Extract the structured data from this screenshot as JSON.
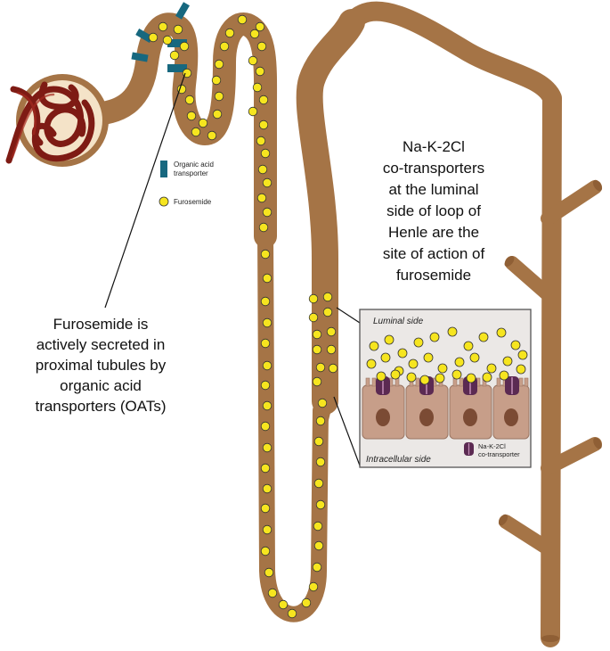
{
  "legend": {
    "transporter_label_line1": "Organic acid",
    "transporter_label_line2": "transporter",
    "drug_label": "Furosemide"
  },
  "callout_left": {
    "lines": [
      "Furosemide is",
      "actively secreted in",
      "proximal tubules by",
      "organic acid",
      "transporters (OATs)"
    ]
  },
  "callout_right": {
    "lines": [
      "Na-K-2Cl",
      "co-transporters",
      "at the luminal",
      "side of loop of",
      "Henle  are the",
      "site of action of",
      "furosemide"
    ]
  },
  "inset": {
    "top_label": "Luminal side",
    "bottom_label": "Intracellular side",
    "cotransporter_label_line1": "Na-K-2Cl",
    "cotransporter_label_line2": "co-transporter"
  },
  "colors": {
    "tubule": "#a57446",
    "tubule_shade": "#8f5f35",
    "capillary": "#7e1b14",
    "capsule_fill": "#f4e3c8",
    "drug": "#f6e51f",
    "oat": "#17687f",
    "cell": "#c79e89",
    "nucleus": "#7b4b34",
    "cotransporter": "#5b2a52"
  }
}
